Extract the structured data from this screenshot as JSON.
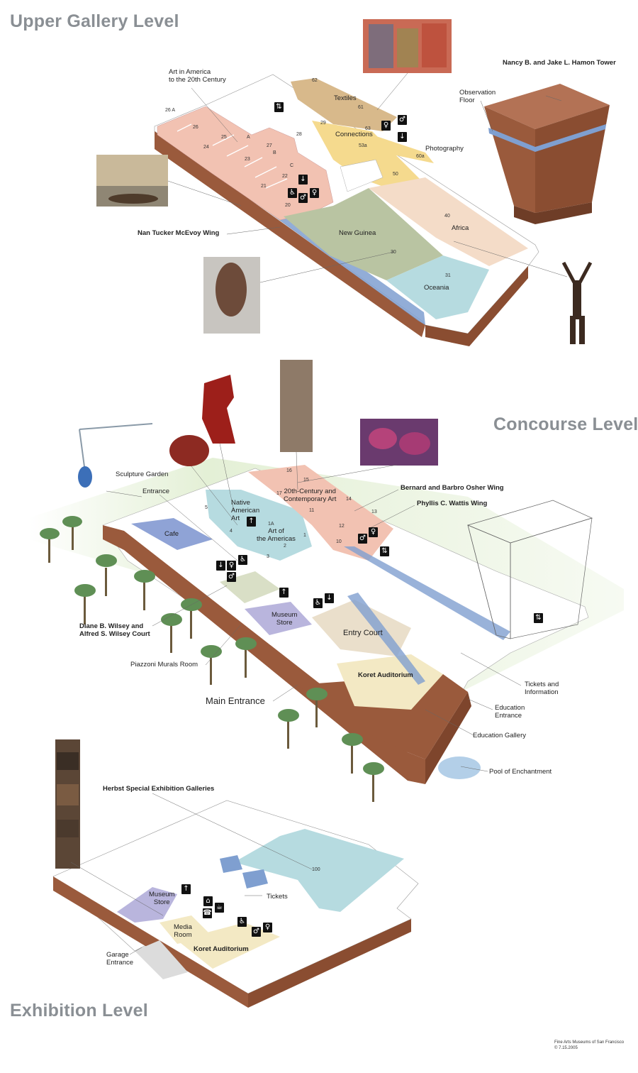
{
  "levels": {
    "upper": "Upper Gallery Level",
    "concourse": "Concourse Level",
    "exhibition": "Exhibition Level"
  },
  "upper": {
    "art_america": "Art in America\nto the 20th Century",
    "textiles": "Textiles",
    "connections": "Connections",
    "photography": "Photography",
    "hamon_tower": "Nancy B. and Jake L. Hamon Tower",
    "observation_floor": "Observation\nFloor",
    "mcevoy_wing": "Nan Tucker McEvoy Wing",
    "new_guinea": "New Guinea",
    "africa": "Africa",
    "oceania": "Oceania",
    "rooms": [
      "26 A",
      "26",
      "25",
      "24",
      "A",
      "27",
      "B",
      "28",
      "23",
      "C",
      "22",
      "21",
      "20",
      "62",
      "61",
      "29",
      "63",
      "53a",
      "60a",
      "50",
      "40",
      "30",
      "31"
    ]
  },
  "concourse": {
    "sculpture_garden": "Sculpture Garden",
    "entrance": "Entrance",
    "cafe": "Cafe",
    "native_american": "Native\nAmerican\nArt",
    "art_americas": "Art of\nthe Americas",
    "twentieth_century": "20th-Century and\nContemporary Art",
    "osher_wing": "Bernard and Barbro Osher Wing",
    "wattis_wing": "Phyllis C. Wattis Wing",
    "museum_store": "Museum\nStore",
    "wilsey_court": "Diane B. Wilsey and\nAlfred S. Wilsey Court",
    "piazzoni": "Piazzoni Murals Room",
    "main_entrance": "Main Entrance",
    "entry_court": "Entry Court",
    "koret": "Koret Auditorium",
    "tickets_info": "Tickets and\nInformation",
    "education_entrance": "Education\nEntrance",
    "education_gallery": "Education Gallery",
    "pool": "Pool of Enchantment",
    "rooms": [
      "16",
      "15",
      "17",
      "14",
      "11",
      "13",
      "5",
      "1A",
      "12",
      "4",
      "10",
      "1",
      "2",
      "3"
    ]
  },
  "exhibition": {
    "herbst": "Herbst Special Exhibition Galleries",
    "gallery_100": "100",
    "museum_store": "Museum\nStore",
    "tickets": "Tickets",
    "media_room": "Media\nRoom",
    "koret": "Koret Auditorium",
    "garage": "Garage\nEntrance"
  },
  "credit": {
    "line1": "Fine Arts Museums of San Francisco",
    "line2": "© 7.15.2005"
  },
  "colors": {
    "title_gray": "#8a8f94",
    "wall_brown": "#9a5a3c",
    "glass_blue": "#7f9fd0",
    "gallery_pink": "#f2c2b2",
    "gallery_yellow": "#f5da8e",
    "gallery_tan": "#d8b98b",
    "gallery_green": "#b9c4a2",
    "gallery_teal": "#b6dbe0",
    "gallery_peach": "#f4dcc8",
    "purple": "#b9b5dd",
    "cream": "#f3e9c4"
  }
}
